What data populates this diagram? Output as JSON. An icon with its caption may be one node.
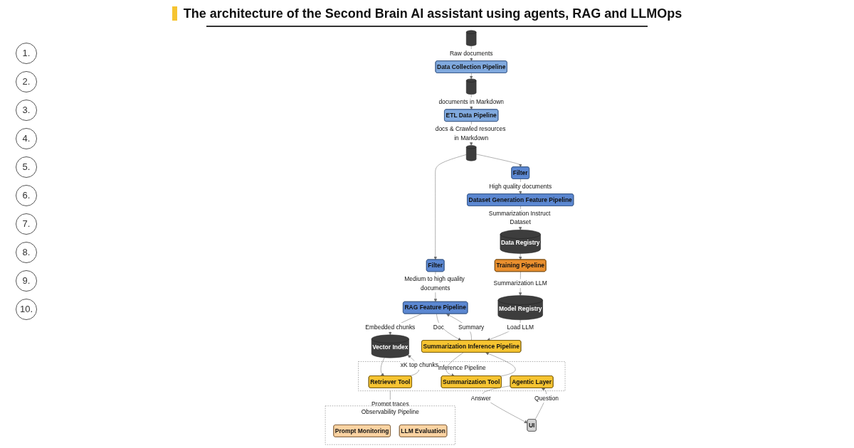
{
  "diagram": {
    "title": "The architecture of the Second Brain AI assistant using agents, RAG and LLMOps",
    "nodes": [
      {
        "text": [],
        "shape": "cylinder"
      },
      {
        "text": [
          "Data Collection Pipeline"
        ]
      },
      {
        "text": [],
        "shape": "cylinder"
      },
      {
        "text": [
          "ETL Data Pipeline"
        ]
      },
      {
        "text": [],
        "shape": "cylinder"
      },
      {
        "text": [
          "Filter"
        ]
      },
      {
        "text": [
          "RAG Feature Pipeline"
        ]
      },
      {
        "text": [
          "Vector Index"
        ]
      },
      {
        "text": [
          "Filter"
        ]
      },
      {
        "text": [
          "Dataset Generation Feature Pipeline"
        ]
      },
      {
        "text": [
          "Data Registry"
        ]
      },
      {
        "text": [
          "Training Pipeline"
        ]
      },
      {
        "text": [
          "Model Registry"
        ]
      },
      {
        "text": [
          "Summarization Inference Pipeline"
        ]
      },
      {
        "text": [
          "Inference Pipeline"
        ]
      },
      {
        "text": [
          "Retriever Tool"
        ],
        "in": 14
      },
      {
        "text": [
          "Summarization Tool"
        ],
        "in": 14
      },
      {
        "text": [
          "Agentic Layer"
        ],
        "in": 14
      },
      {
        "text": [
          "UI"
        ]
      },
      {
        "text": [
          "Observability Pipeline"
        ]
      },
      {
        "text": [
          "Prompt Monitoring"
        ],
        "in": 19
      },
      {
        "text": [
          "LLM Evaluation"
        ],
        "in": 19
      }
    ],
    "edges": [
      {
        "from": 0,
        "to": 1,
        "arrow": "to",
        "label": "Raw documents"
      },
      {
        "from": 1,
        "to": 2,
        "arrow": "to"
      },
      {
        "from": 2,
        "to": 3,
        "arrow": "to",
        "label": "documents in Markdown"
      },
      {
        "from": 3,
        "to": 4,
        "arrow": "to",
        "label": "docs & Crawled resources in Markdown"
      },
      {
        "from": 4,
        "to": 5,
        "arrow": "to"
      },
      {
        "from": 5,
        "to": 6,
        "arrow": "to",
        "label": "Medium to high quality documents"
      },
      {
        "from": 6,
        "to": 7,
        "arrow": "to",
        "label": "Embedded chunks"
      },
      {
        "from": 4,
        "to": 8,
        "arrow": "to"
      },
      {
        "from": 8,
        "to": 9,
        "arrow": "to",
        "label": "High quality documents"
      },
      {
        "from": 9,
        "to": 10,
        "arrow": "to",
        "label": "Summarization Instruct Dataset"
      },
      {
        "from": 10,
        "to": 11,
        "arrow": "to"
      },
      {
        "from": 11,
        "to": 12,
        "arrow": "to",
        "label": "Summarization LLM"
      },
      {
        "from": 12,
        "to": 13,
        "arrow": "to",
        "label": "Load LLM"
      },
      {
        "from": 6,
        "to": 13,
        "arrow": "to",
        "label": "Doc"
      },
      {
        "from": 13,
        "to": 6,
        "arrow": "to",
        "label": "Summary"
      },
      {
        "from": 7,
        "to": 15,
        "arrow": "to"
      },
      {
        "from": 15,
        "to": 7,
        "arrow": "to",
        "label": "xK top chunks"
      },
      {
        "from": 13,
        "to": 16,
        "arrow": "to"
      },
      {
        "from": 16,
        "to": 13,
        "arrow": "to"
      },
      {
        "from": 17,
        "to": 18,
        "arrow": "to",
        "label": "Answer"
      },
      {
        "from": 18,
        "to": 17,
        "arrow": "to",
        "label": "Question"
      },
      {
        "from": 14,
        "to": 19,
        "arrow": "to",
        "label": "Prompt traces"
      }
    ],
    "labels": [
      "1.",
      "2.",
      "3.",
      "4.",
      "5.",
      "6.",
      "7.",
      "8.",
      "9.",
      "10."
    ]
  }
}
